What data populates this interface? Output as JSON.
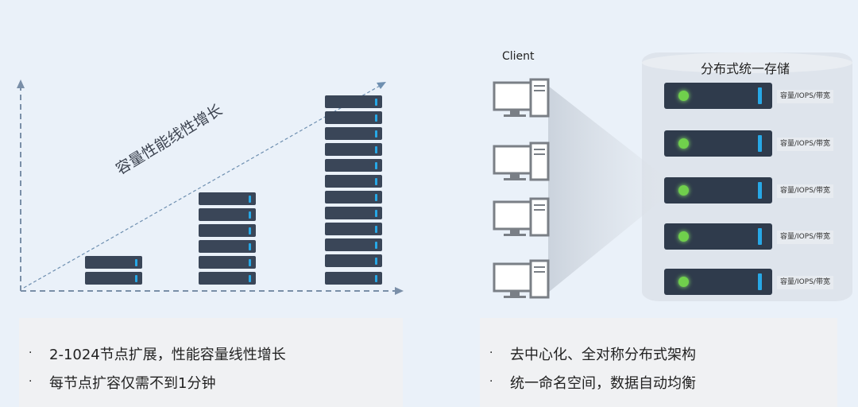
{
  "left": {
    "growth_label": "容量性能线性增长",
    "bullets": [
      "2-1024节点扩展，性能容量线性增长",
      "每节点扩容仅需不到1分钟"
    ]
  },
  "right": {
    "client_label": "Client",
    "storage_title": "分布式统一存储",
    "node_tag": "容量/IOPS/带宽",
    "bullets": [
      "去中心化、全对称分布式架构",
      "统一命名空间，数据自动均衡"
    ]
  },
  "colors": {
    "background": "#eaf1f9",
    "server": "#3a4658",
    "accent_blue": "#27a8e6",
    "status_green": "#70d04c",
    "axis": "#7a8fa8"
  }
}
